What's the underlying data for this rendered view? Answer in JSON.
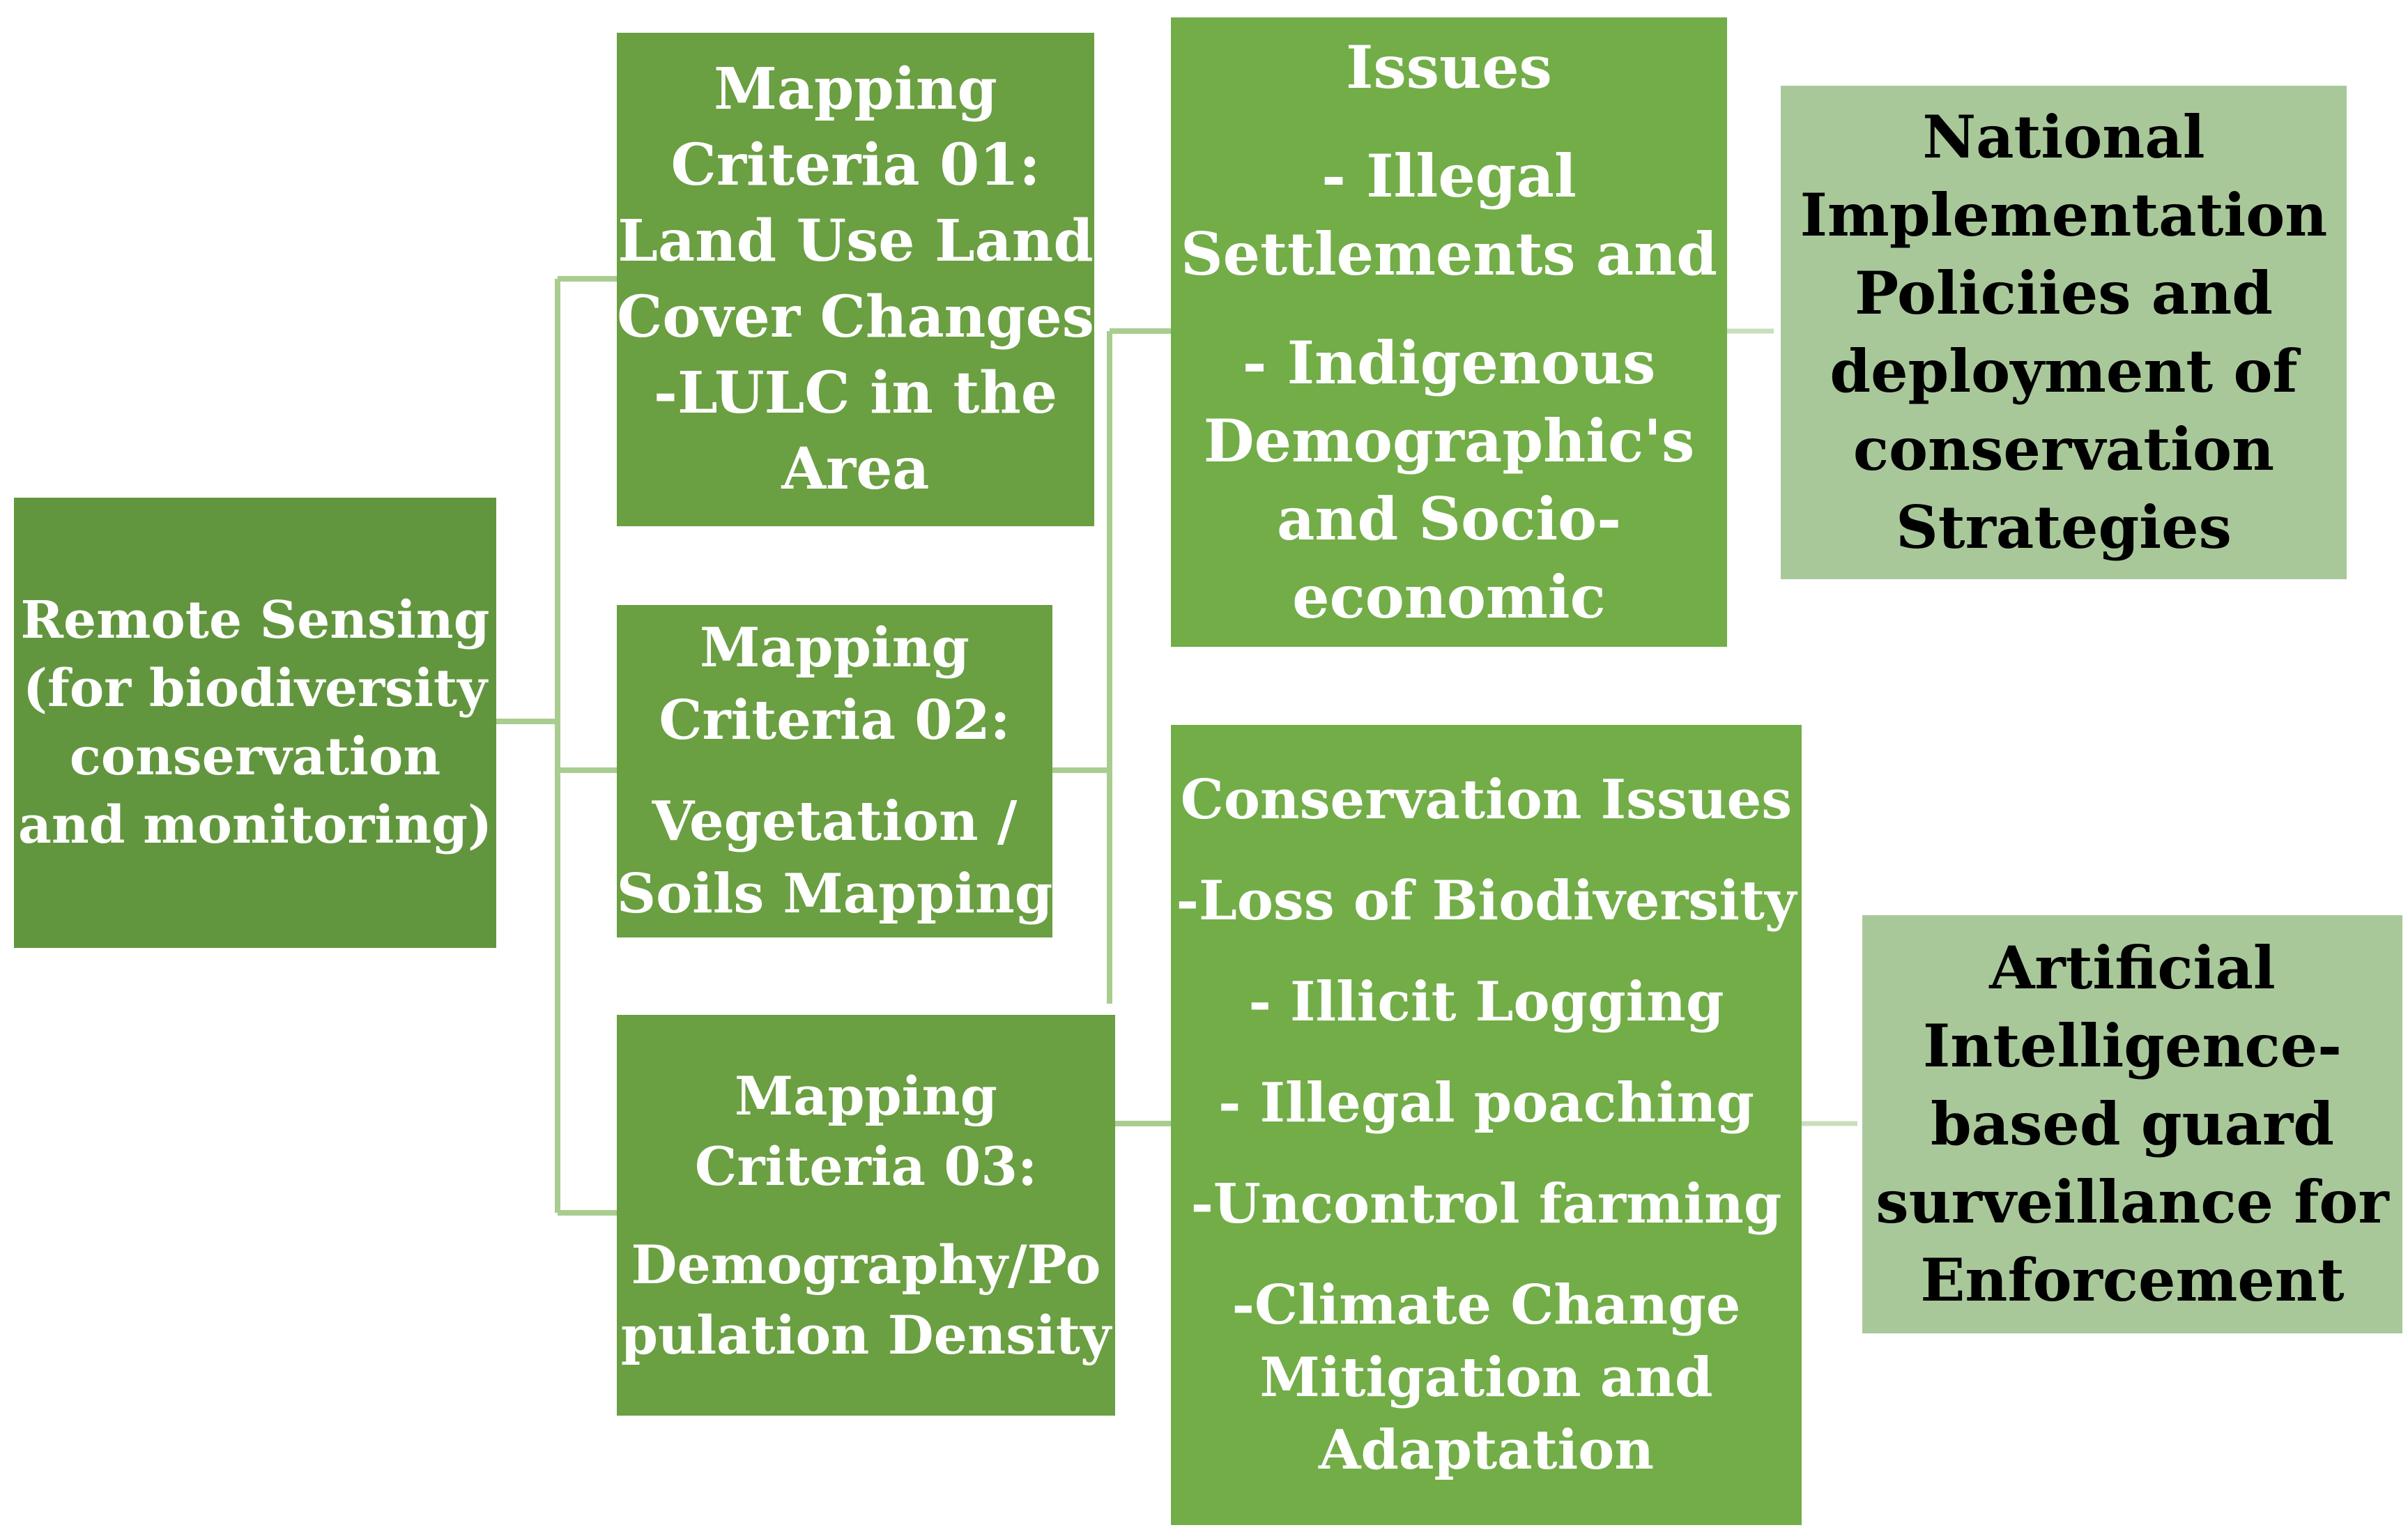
{
  "colors": {
    "root_fill": "#62963e",
    "criteria_fill": "#6a9f42",
    "issues_fill": "#72ad48",
    "outcome_fill": "#a9c89a",
    "connector": "#a9cd90",
    "outcome_connector": "#c8dfbb"
  },
  "root": {
    "lines": [
      "Remote Sensing",
      "(for biodiversity",
      "conservation",
      "and monitoring)"
    ]
  },
  "criteria": [
    {
      "lines": [
        "Mapping",
        "Criteria 01:",
        "Land Use Land",
        "Cover Changes",
        "-LULC in the",
        "Area"
      ]
    },
    {
      "lines": [
        "Mapping",
        "Criteria 02:",
        "",
        "Vegetation /",
        "Soils Mapping"
      ]
    },
    {
      "lines": [
        "Mapping",
        "Criteria 03:",
        "",
        "Demography/Po",
        "pulation Density"
      ]
    }
  ],
  "issues": [
    {
      "lines": [
        "Issues",
        "",
        "- Illegal",
        "Settlements and",
        "",
        "- Indigenous",
        "Demographic's",
        "and Socio-",
        "economic"
      ]
    },
    {
      "lines": [
        "Conservation Issues",
        "",
        "-Loss of Biodiversity",
        "",
        "- Illicit Logging",
        "",
        "- Illegal poaching",
        "",
        "-Uncontrol farming",
        "",
        "-Climate Change",
        "Mitigation and",
        "Adaptation"
      ]
    }
  ],
  "outcomes": [
    {
      "lines": [
        "National",
        "Implementation",
        "Policiies and",
        "deployment of",
        "conservation",
        "Strategies"
      ]
    },
    {
      "lines": [
        "Artificial",
        "Intelligence-",
        "based guard",
        "surveillance for",
        "Enforcement"
      ]
    }
  ]
}
